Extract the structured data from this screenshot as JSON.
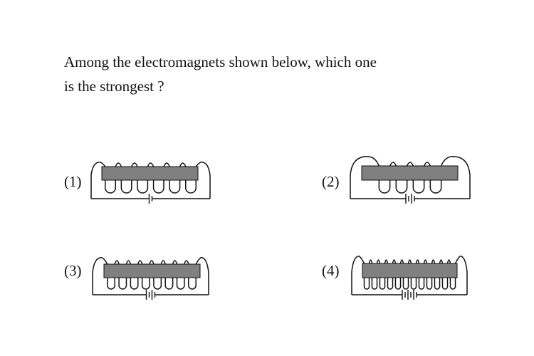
{
  "question": {
    "line1": "Among the electromagnets shown below, which one",
    "line2": "is the strongest ?"
  },
  "options": [
    {
      "label": "(1)",
      "turns": 6,
      "cells": 1
    },
    {
      "label": "(2)",
      "turns": 4,
      "cells": 2
    },
    {
      "label": "(3)",
      "turns": 8,
      "cells": 2
    },
    {
      "label": "(4)",
      "turns": 12,
      "cells": 3
    }
  ],
  "colors": {
    "core": "#808080",
    "line": "#111111",
    "background": "#ffffff"
  }
}
